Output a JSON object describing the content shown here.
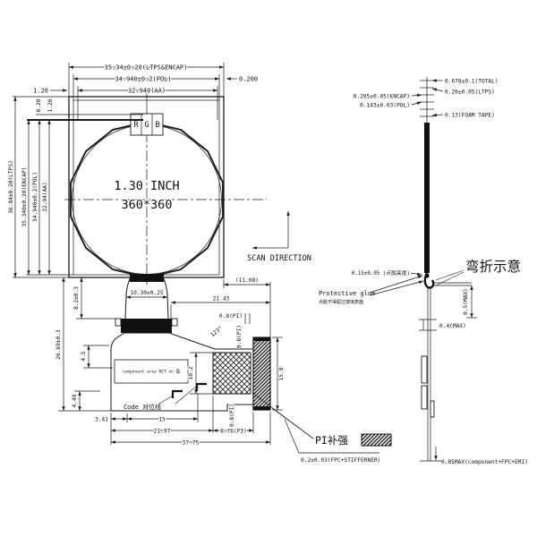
{
  "front": {
    "top_dims": {
      "ltps_encap": "35.34±0.20(LTPS&ENCAP)",
      "pol": "34.940±0.2(POL)",
      "aa": "32.940(AA)",
      "offset_right": "0.200",
      "offset_left": "1.20",
      "corner_gap_small": "0.20",
      "corner_gap_large": "1.20"
    },
    "left_dims": {
      "ltps": "36.84±0.20(LTPS)",
      "encap": "35.340±0.20(ENCAP)",
      "pol": "34.940±0.2(POL)",
      "aa": "32.94(AA)"
    },
    "panel": {
      "size": "1.30 INCH",
      "resolution": "360*360",
      "rgb": [
        "R",
        "G",
        "B"
      ]
    },
    "scan_direction": "SCAN DIRECTION"
  },
  "fpc": {
    "dims": {
      "bend_offset": "8.2±0.3",
      "tail_height": "26.69±0.3",
      "neck_width": "10.30±0.25",
      "ref_width": "(11.08)",
      "right_width": "21.43",
      "pi_top": "0.8(PI)",
      "angle": "123°",
      "pi_slope": "0.8(PI)",
      "pi_bottom": "0.8(PI)",
      "comp_gap": "4.5",
      "stiff_height": "10.2",
      "conn_height": "15.8",
      "left_gap": "4.49",
      "code_offset": "3.41",
      "code_width": "15",
      "body_width": "21.97",
      "pi_width": "8.76(PI)",
      "total_width": "37.75"
    },
    "component_area_note": "component area KET on 面",
    "code_label": "Code 对位线"
  },
  "side": {
    "stack": {
      "total": "0.678±0.1(TOTAL)",
      "ltps": "0.20±0.05(LTPS)",
      "encap": "0.205±0.05(ENCAP)",
      "pol": "0.143±0.03(POL)",
      "foam": "0.13(FOAM TAPE)"
    },
    "bend": {
      "title": "弯折示意",
      "glue_height": "0.15±0.05 (点胶高度)",
      "protective_glue": "Protective glue",
      "glue_note": "点胶不得超过玻璃表面",
      "fold_gap": "0.5(MAX)",
      "fold_clearance": "0.4(MAX)",
      "bottom_stack": "0.85MAX(component+FPC+EMI)"
    }
  },
  "notes": {
    "pi_label": "PI补强",
    "stiffener": "0.2±0.03(FPC+STIFFERNER)"
  }
}
